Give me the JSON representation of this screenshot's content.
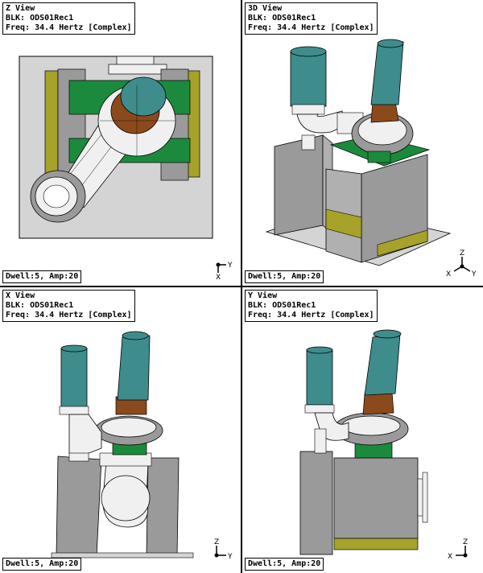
{
  "views": [
    {
      "id": "z",
      "title": "Z View",
      "blk": "BLK: ODS01Rec1",
      "freq": "Freq: 34.4 Hertz [Complex]",
      "dwell": "Dwell:5, Amp:20",
      "triad": [
        "Y",
        "X"
      ]
    },
    {
      "id": "3d",
      "title": "3D View",
      "blk": "BLK: ODS01Rec1",
      "freq": "Freq: 34.4 Hertz [Complex]",
      "dwell": "Dwell:5, Amp:20",
      "triad": [
        "Z",
        "X",
        "Y"
      ]
    },
    {
      "id": "x",
      "title": "X View",
      "blk": "BLK: ODS01Rec1",
      "freq": "Freq: 34.4 Hertz [Complex]",
      "dwell": "Dwell:5, Amp:20",
      "triad": [
        "Z",
        "Y"
      ]
    },
    {
      "id": "y",
      "title": "Y View",
      "blk": "BLK: ODS01Rec1",
      "freq": "Freq: 34.4 Hertz [Complex]",
      "dwell": "Dwell:5, Amp:20",
      "triad": [
        "Z",
        "X"
      ]
    }
  ],
  "colors": {
    "teal": "#3e8c8c",
    "green": "#1c8a3c",
    "brown": "#8b4a1c",
    "olive": "#a6a22a",
    "gray": "#9a9a9a",
    "light_gray": "#d4d4d4",
    "white_mesh": "#f0f0f0"
  }
}
